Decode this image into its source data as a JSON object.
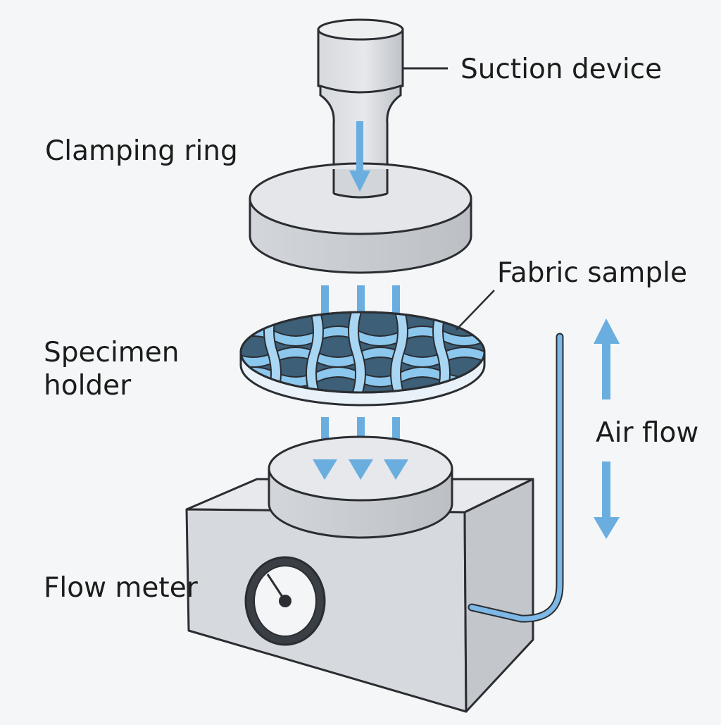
{
  "diagram": {
    "labels": {
      "suction_device": "Suction device",
      "clamping_ring": "Clamping ring",
      "fabric_sample": "Fabric sample",
      "specimen_holder": "Specimen holder",
      "air_flow": "Air flow",
      "flow_meter": "Flow meter"
    },
    "colors": {
      "background": "#f5f6f7",
      "metal_light": "#e3e5e8",
      "metal_mid": "#cfd2d6",
      "metal_dark": "#b7bbc1",
      "outline": "#2a2d31",
      "arrow_blue": "#6aaee0",
      "fabric_blue": "#8cc7ee",
      "fabric_dark": "#3d5f78"
    },
    "icons": [
      "down-arrow-icon",
      "up-arrow-icon",
      "gauge-icon"
    ]
  }
}
